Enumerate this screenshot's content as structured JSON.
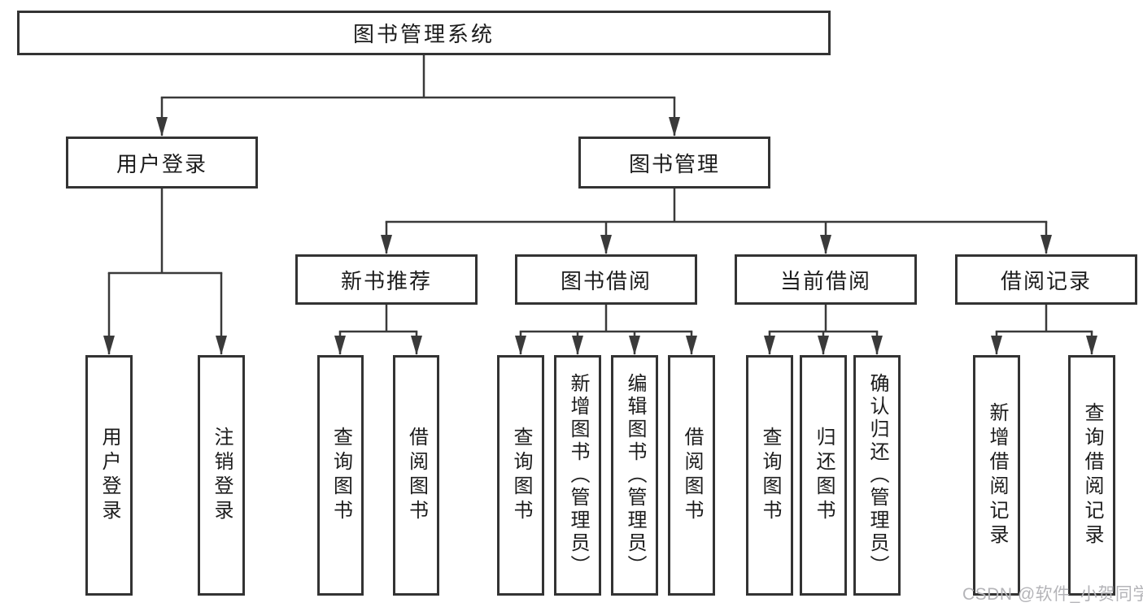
{
  "diagram": {
    "root": "图书管理系统",
    "level2": [
      "用户登录",
      "图书管理"
    ],
    "level3": [
      "新书推荐",
      "图书借阅",
      "当前借阅",
      "借阅记录"
    ],
    "leaves_user": [
      "用户登录",
      "注销登录"
    ],
    "leaves_recommend": [
      "查询图书",
      "借阅图书"
    ],
    "leaves_borrow": [
      "查询图书",
      "新增图书（管理员）",
      "编辑图书（管理员）",
      "借阅图书"
    ],
    "leaves_current": [
      "查询图书",
      "归还图书",
      "确认归还（管理员）"
    ],
    "leaves_records": [
      "新增借阅记录",
      "查询借阅记录"
    ]
  },
  "watermark": {
    "text": "CSDN @软件_小贺同学"
  },
  "colors": {
    "line": "#3a3a3a",
    "border": "#333333",
    "text": "#1c1c1c",
    "watermark": "#b4b4b8",
    "background": "#ffffff"
  }
}
